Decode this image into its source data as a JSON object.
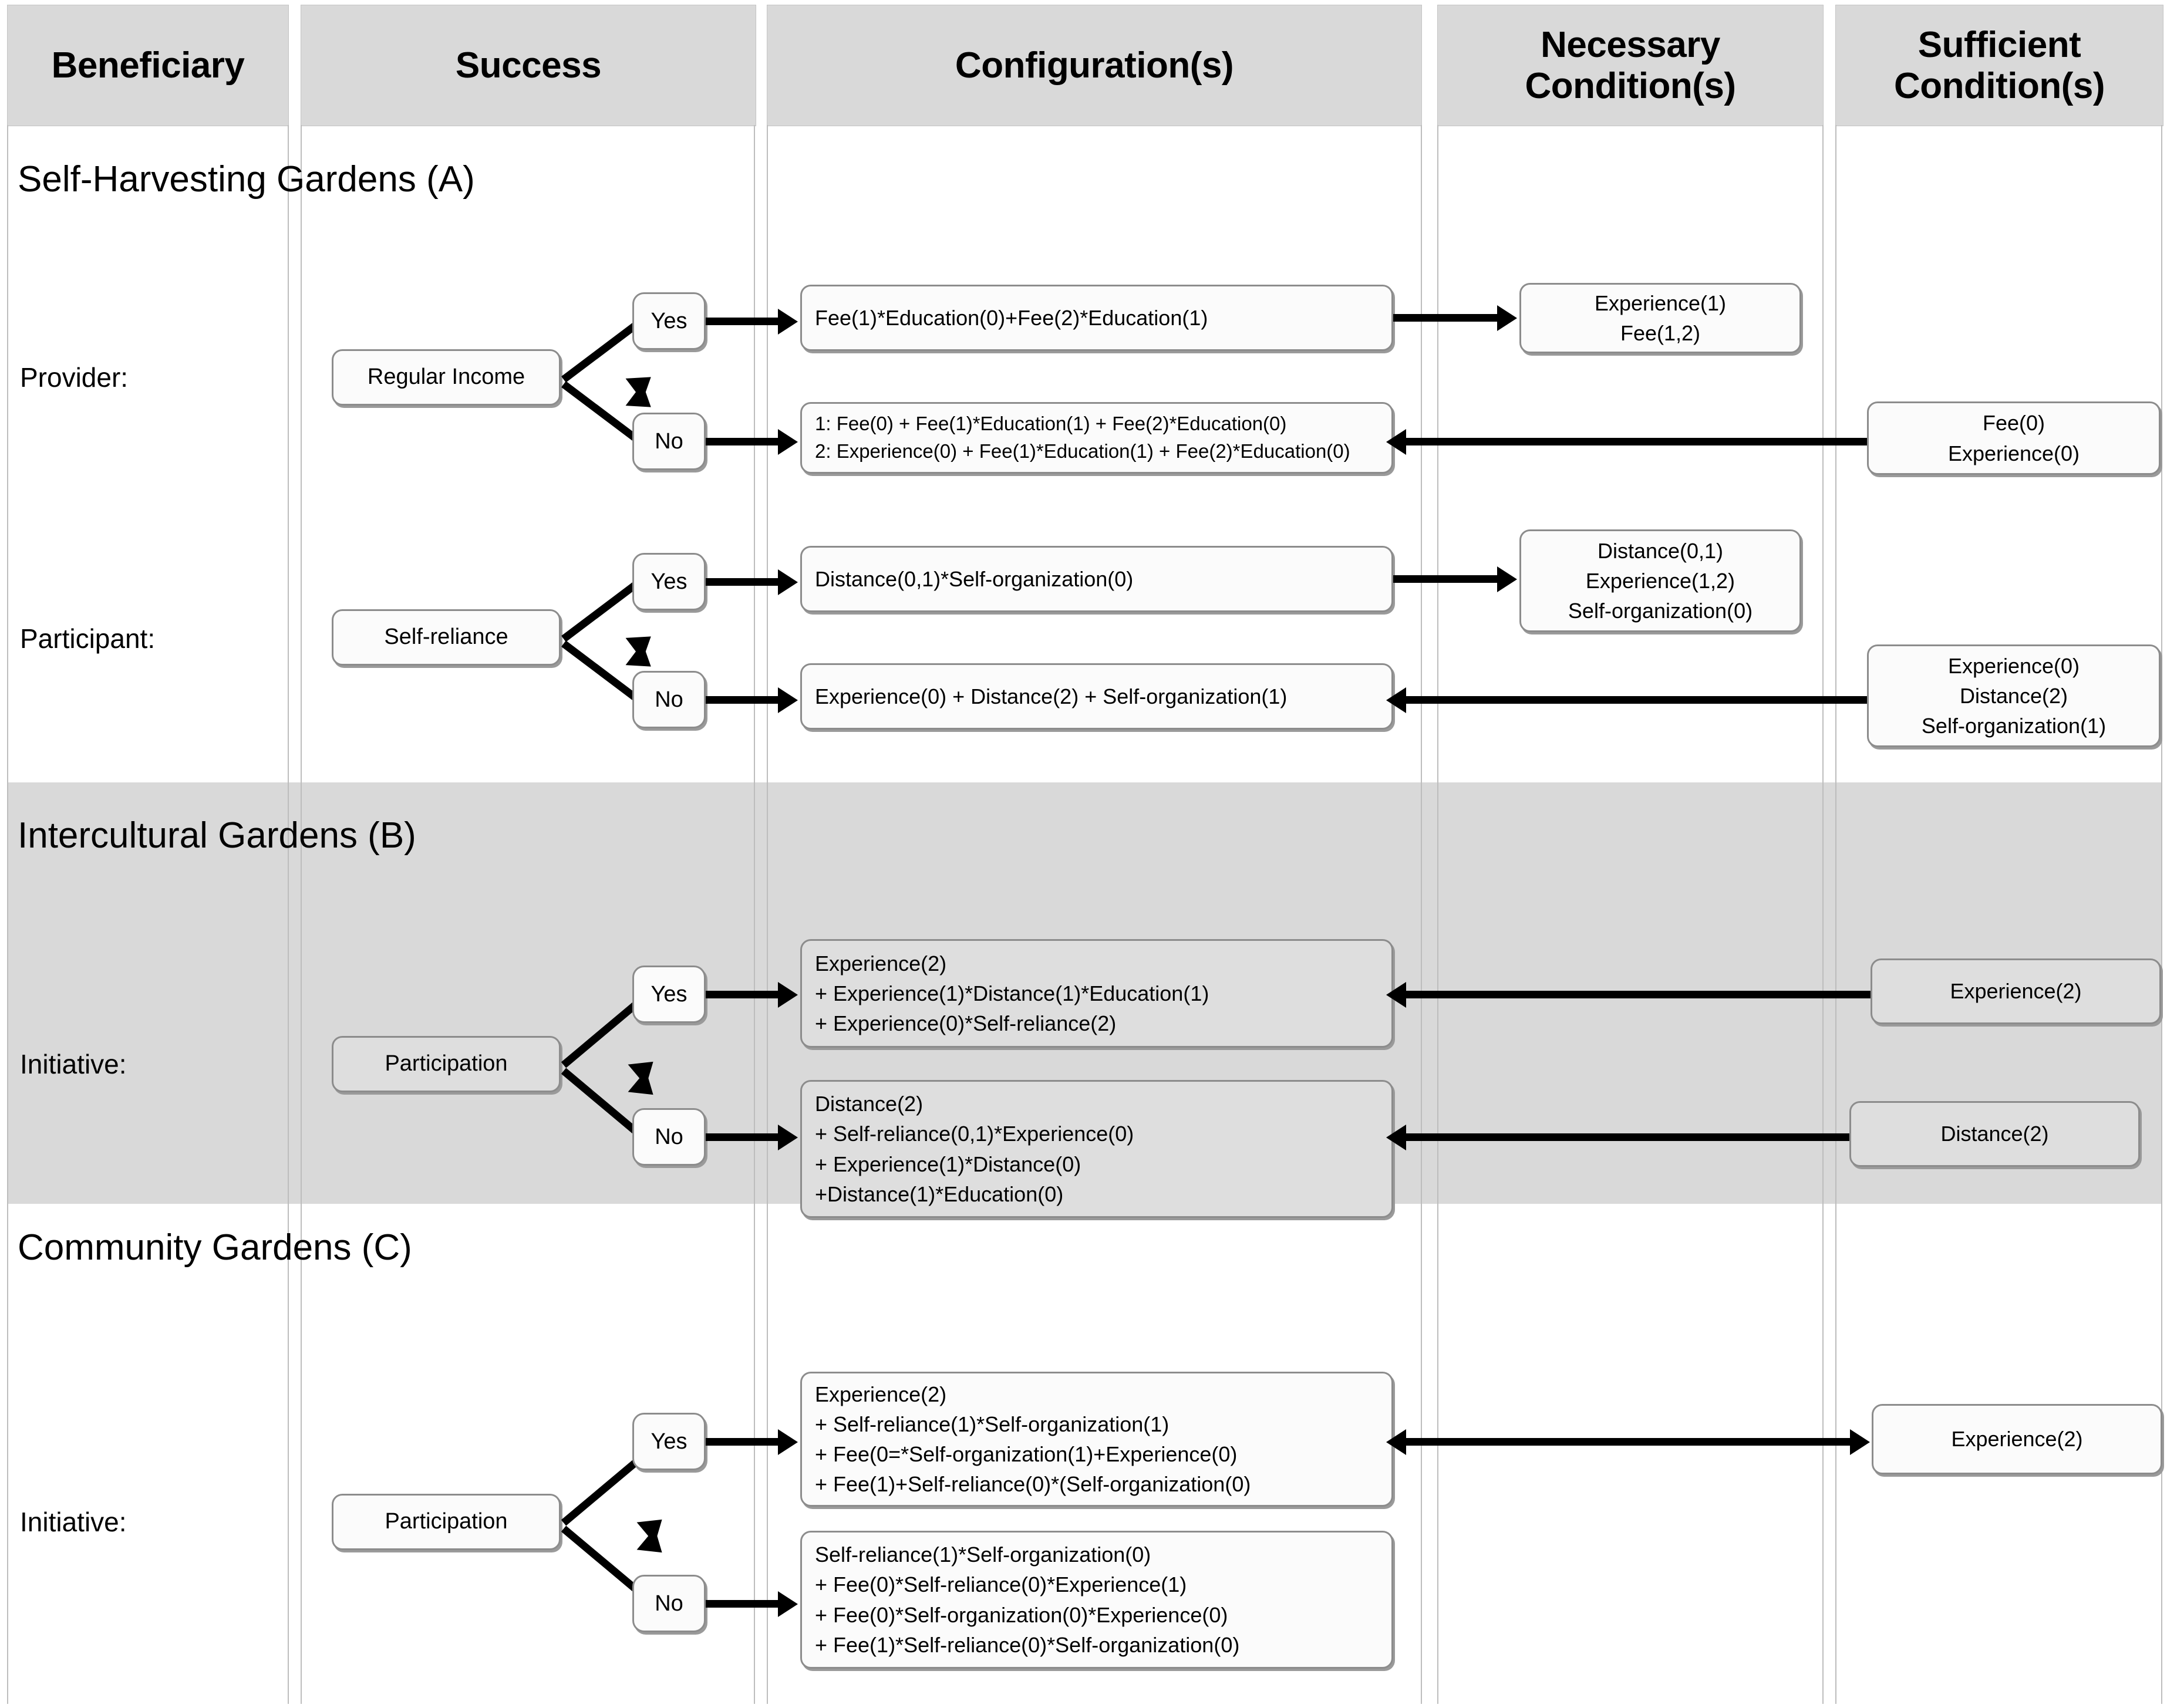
{
  "header": {
    "columns": [
      {
        "label": "Beneficiary"
      },
      {
        "label": "Success"
      },
      {
        "label": "Configuration(s)"
      },
      {
        "label": "Necessary\nCondition(s)"
      },
      {
        "label": "Sufficient\nCondition(s)"
      }
    ]
  },
  "decision_labels": {
    "yes": "Yes",
    "no": "No"
  },
  "colors": {
    "header_bg": "#d9d9d9",
    "band_bg": "#d9d9d9",
    "node_border": "#8c8c8c",
    "node_fill_white": "#fbfbfb",
    "node_fill_grey": "#dedede",
    "connector": "#000000"
  },
  "sections": [
    {
      "id": "A",
      "title": "Self-Harvesting Gardens (A)",
      "shaded": false,
      "rows": [
        {
          "beneficiary": "Provider:",
          "success": "Regular Income",
          "branches": [
            {
              "decision": "Yes",
              "configuration": "Fee(1)*Education(0)+Fee(2)*Education(1)",
              "necessary": "Experience(1)\nFee(1,2)",
              "sufficient": ""
            },
            {
              "decision": "No",
              "configuration": "1: Fee(0) + Fee(1)*Education(1) + Fee(2)*Education(0)\n2: Experience(0) + Fee(1)*Education(1) + Fee(2)*Education(0)",
              "necessary": "",
              "sufficient": "Fee(0)\nExperience(0)"
            }
          ]
        },
        {
          "beneficiary": "Participant:",
          "success": "Self-reliance",
          "branches": [
            {
              "decision": "Yes",
              "configuration": "Distance(0,1)*Self-organization(0)",
              "necessary": "Distance(0,1)\nExperience(1,2)\nSelf-organization(0)",
              "sufficient": ""
            },
            {
              "decision": "No",
              "configuration": "Experience(0) + Distance(2) + Self-organization(1)",
              "necessary": "",
              "sufficient": "Experience(0)\nDistance(2)\nSelf-organization(1)"
            }
          ]
        }
      ]
    },
    {
      "id": "B",
      "title": "Intercultural Gardens (B)",
      "shaded": true,
      "rows": [
        {
          "beneficiary": "Initiative:",
          "success": "Participation",
          "branches": [
            {
              "decision": "Yes",
              "configuration": "Experience(2)\n+ Experience(1)*Distance(1)*Education(1)\n+ Experience(0)*Self-reliance(2)",
              "necessary": "",
              "sufficient": "Experience(2)"
            },
            {
              "decision": "No",
              "configuration": "Distance(2)\n+ Self-reliance(0,1)*Experience(0)\n+ Experience(1)*Distance(0)\n+Distance(1)*Education(0)",
              "necessary": "",
              "sufficient": "Distance(2)"
            }
          ]
        }
      ]
    },
    {
      "id": "C",
      "title": "Community Gardens (C)",
      "shaded": false,
      "rows": [
        {
          "beneficiary": "Initiative:",
          "success": "Participation",
          "branches": [
            {
              "decision": "Yes",
              "configuration": "Experience(2)\n+ Self-reliance(1)*Self-organization(1)\n+ Fee(0=*Self-organization(1)+Experience(0)\n+ Fee(1)+Self-reliance(0)*(Self-organization(0)",
              "necessary": "",
              "sufficient": "Experience(2)"
            },
            {
              "decision": "No",
              "configuration": " Self-reliance(1)*Self-organization(0)\n+ Fee(0)*Self-reliance(0)*Experience(1)\n+ Fee(0)*Self-organization(0)*Experience(0)\n+ Fee(1)*Self-reliance(0)*Self-organization(0)",
              "necessary": "",
              "sufficient": ""
            }
          ]
        }
      ]
    }
  ]
}
